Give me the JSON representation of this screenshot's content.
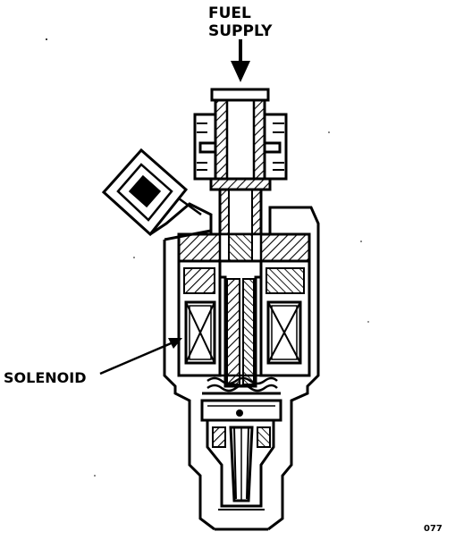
{
  "labels": {
    "fuel_line1": "FUEL",
    "fuel_line2": "SUPPLY",
    "solenoid": "SOLENOID",
    "figure_number": "077"
  },
  "colors": {
    "ink": "#000000",
    "paper": "#ffffff"
  }
}
